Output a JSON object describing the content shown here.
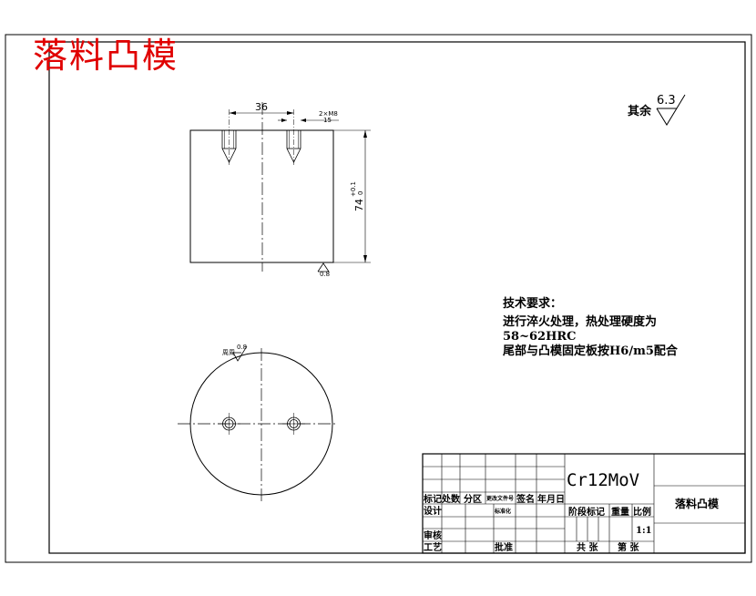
{
  "title": "落料凸模",
  "roughness": {
    "other_label": "其余",
    "other_value": "6.3",
    "bottom_value": "0.8",
    "circle_value": "0.8",
    "circle_label": "周周"
  },
  "dimensions": {
    "hole_spacing": "36",
    "thread": "2×M8",
    "thread_depth": "15",
    "height": "74",
    "height_tol_upper": "+0.1",
    "height_tol_lower": "0"
  },
  "tech_requirements": {
    "heading": "技术要求：",
    "line1": "进行淬火处理，热处理硬度为",
    "line2": "58~62HRC",
    "line3": "尾部与凸模固定板按H6/m5配合"
  },
  "title_block": {
    "material": "Cr12MoV",
    "part_name": "落料凸模",
    "mark": "标记",
    "count": "处数",
    "zone": "分区",
    "change_doc": "更改文件号",
    "signature": "签名",
    "date": "年月日",
    "design": "设计",
    "standardize": "标准化",
    "stage_mark": "阶段标记",
    "weight": "重量",
    "scale": "比例",
    "scale_value": "1:1",
    "review": "审核",
    "process": "工艺",
    "approve": "批准",
    "total_sheets": "共 张",
    "sheet_no": "第 张"
  }
}
